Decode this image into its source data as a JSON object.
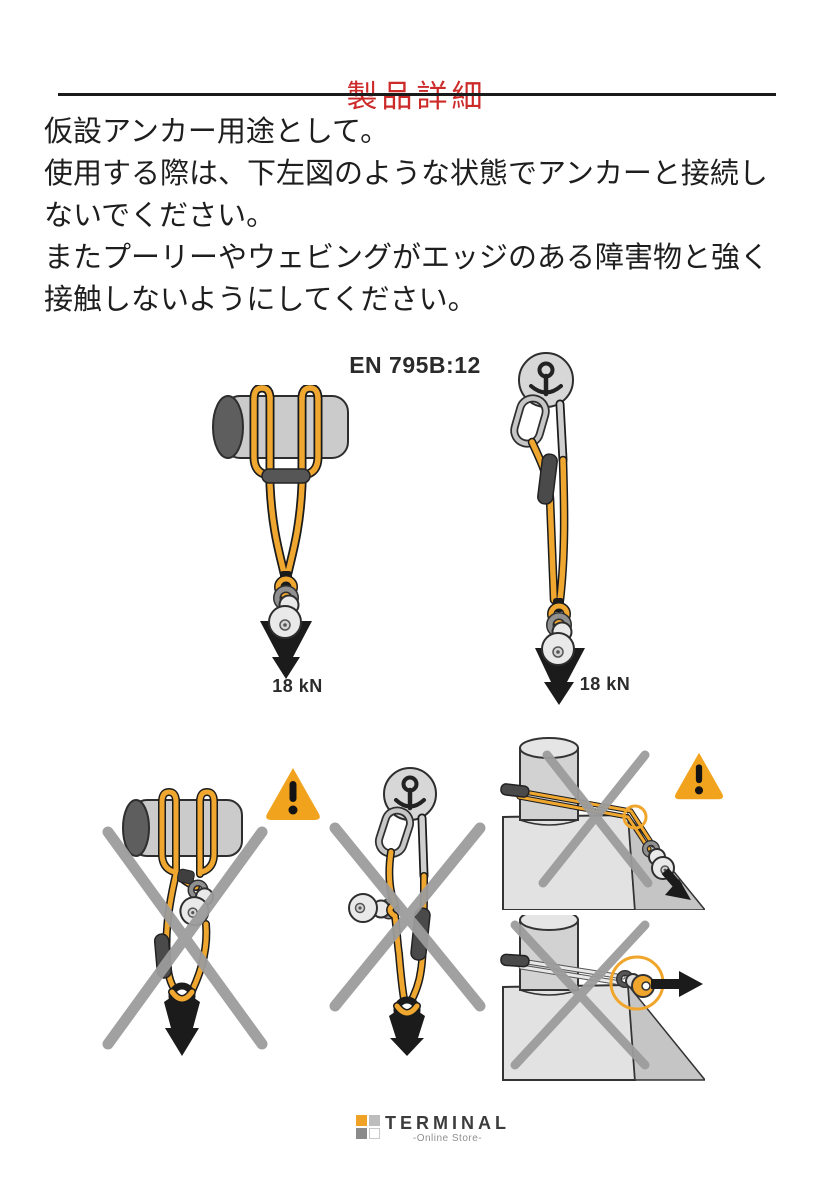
{
  "header": {
    "title": "製品詳細"
  },
  "intro": {
    "sentences": [
      "仮設アンカー用途として。",
      "使用する際は、下左図のような状態でアンカーと接続しないでください。",
      "またプーリーやウェビングがエッジのある障害物と強く接触しないようにしてください。"
    ]
  },
  "figures": {
    "standard_label": "EN 795B:12",
    "correct_bar_load": "18 kN",
    "correct_anchor_load": "18 kN"
  },
  "footer": {
    "brand": "TERMINAL",
    "tagline": "-Online Store-"
  },
  "colors": {
    "title_red": "#cd2a2a",
    "webbing_orange": "#efa72f",
    "warning_orange": "#f2a31d",
    "cross_gray": "#9c9c9c",
    "logo_orange": "#efa226",
    "arrow_black": "#1b1b1b"
  },
  "icons": {
    "warning-icon": "⚠",
    "prohibited-cross-icon": "✕",
    "anchor-point-icon": "⚓",
    "load-arrow-icon": "↓"
  }
}
